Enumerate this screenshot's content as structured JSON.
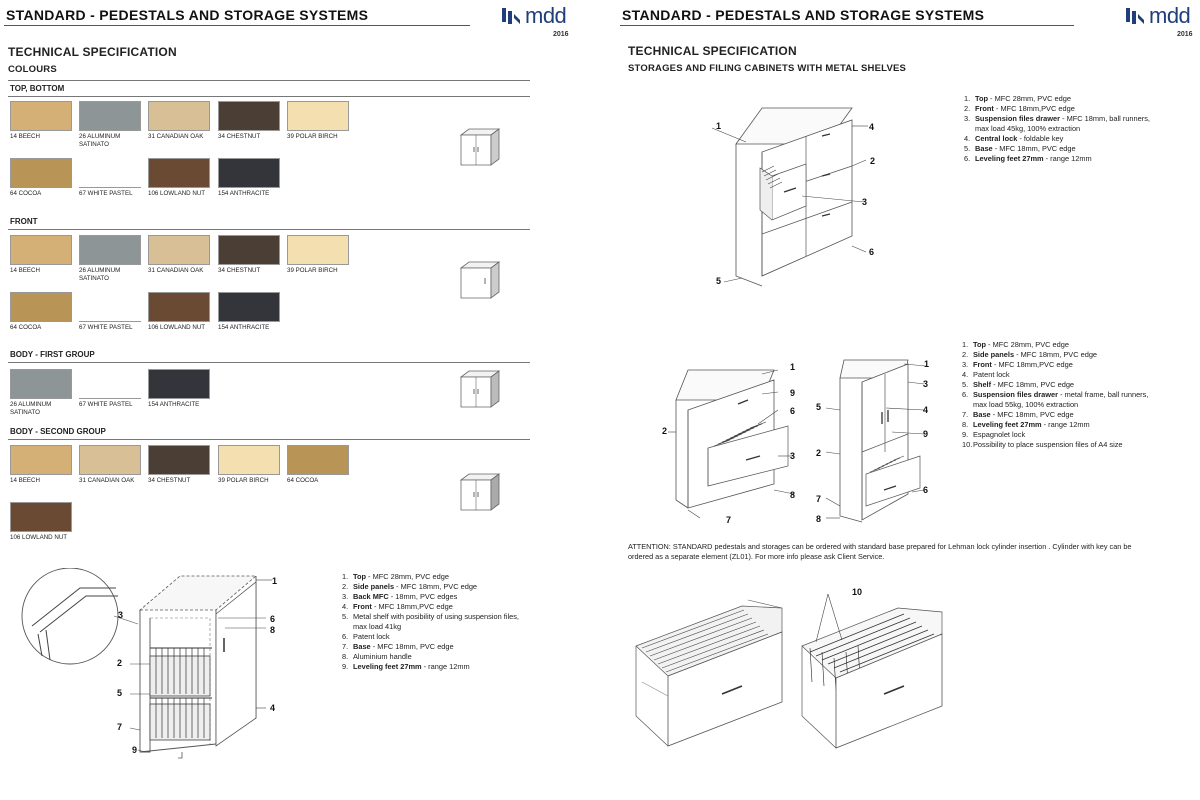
{
  "header": {
    "title": "STANDARD - PEDESTALS AND STORAGE SYSTEMS",
    "logo": "mdd",
    "year": "2016",
    "brand_color": "#1f3f7a"
  },
  "left": {
    "tech_title": "TECHNICAL SPECIFICATION",
    "subtitle": "COLOURS",
    "groups": [
      {
        "title": "TOP, BOTTOM",
        "rows": [
          [
            {
              "label": "14 BEECH",
              "color": "#d4b076"
            },
            {
              "label": "26 ALUMINUM SATINATO",
              "color": "#8d9597"
            },
            {
              "label": "31 CANADIAN OAK",
              "color": "#d9bf96"
            },
            {
              "label": "34 CHESTNUT",
              "color": "#4b3f35"
            },
            {
              "label": "39 POLAR BIRCH",
              "color": "#f4dfb0"
            }
          ],
          [
            {
              "label": "64 COCOA",
              "color": "#b99457"
            },
            {
              "label": "67 WHITE PASTEL",
              "color": "#ffffff"
            },
            {
              "label": "106 LOWLAND NUT",
              "color": "#6b4a33"
            },
            {
              "label": "154 ANTHRACITE",
              "color": "#33353a"
            }
          ]
        ]
      },
      {
        "title": "FRONT",
        "rows": [
          [
            {
              "label": "14 BEECH",
              "color": "#d4b076"
            },
            {
              "label": "26 ALUMINUM SATINATO",
              "color": "#8d9597"
            },
            {
              "label": "31 CANADIAN OAK",
              "color": "#d9bf96"
            },
            {
              "label": "34 CHESTNUT",
              "color": "#4b3f35"
            },
            {
              "label": "39 POLAR BIRCH",
              "color": "#f4dfb0"
            }
          ],
          [
            {
              "label": "64 COCOA",
              "color": "#b99457"
            },
            {
              "label": "67 WHITE PASTEL",
              "color": "#ffffff"
            },
            {
              "label": "106 LOWLAND NUT",
              "color": "#6b4a33"
            },
            {
              "label": "154 ANTHRACITE",
              "color": "#33353a"
            }
          ]
        ]
      },
      {
        "title": "BODY - FIRST GROUP",
        "rows": [
          [
            {
              "label": "26 ALUMINUM SATINATO",
              "color": "#8d9597"
            },
            {
              "label": "67 WHITE PASTEL",
              "color": "#ffffff"
            },
            {
              "label": "154 ANTHRACITE",
              "color": "#33353a"
            }
          ]
        ]
      },
      {
        "title": "BODY - SECOND GROUP",
        "rows": [
          [
            {
              "label": "14 BEECH",
              "color": "#d4b076"
            },
            {
              "label": "31 CANADIAN OAK",
              "color": "#d9bf96"
            },
            {
              "label": "34 CHESTNUT",
              "color": "#4b3f35"
            },
            {
              "label": "39 POLAR BIRCH",
              "color": "#f4dfb0"
            },
            {
              "label": "64 COCOA",
              "color": "#b99457"
            }
          ],
          [
            {
              "label": "106 LOWLAND NUT",
              "color": "#6b4a33"
            }
          ]
        ]
      }
    ],
    "spec": [
      {
        "b": "Top",
        "t": " - MFC 28mm, PVC edge"
      },
      {
        "b": "Side panels",
        "t": " - MFC 18mm, PVC edge"
      },
      {
        "b": "Back MFC",
        "t": " - 18mm, PVC edges"
      },
      {
        "b": "Front",
        "t": " - MFC 18mm,PVC edge"
      },
      {
        "b": "",
        "t": "Metal shelf with posibility of using suspension files, max load 41kg"
      },
      {
        "b": "",
        "t": "Patent lock"
      },
      {
        "b": "Base",
        "t": " - MFC 18mm, PVC edge"
      },
      {
        "b": "",
        "t": "Aluminium handle"
      },
      {
        "b": "Leveling feet 27mm",
        "t": " - range 12mm"
      }
    ],
    "callouts": [
      "1",
      "2",
      "3",
      "4",
      "5",
      "6",
      "7",
      "8",
      "9"
    ]
  },
  "right": {
    "tech_title": "TECHNICAL SPECIFICATION",
    "subtitle": "STORAGES AND FILING CABINETS WITH METAL SHELVES",
    "spec1": [
      {
        "b": "Top",
        "t": " - MFC 28mm, PVC edge"
      },
      {
        "b": "Front",
        "t": " - MFC 18mm,PVC edge"
      },
      {
        "b": "Suspension files drawer",
        "t": " - MFC 18mm, ball runners, max load 45kg, 100% extraction"
      },
      {
        "b": "Central lock",
        "t": " - foldable key"
      },
      {
        "b": "Base",
        "t": " - MFC 18mm, PVC edge"
      },
      {
        "b": "Leveling feet 27mm",
        "t": " - range 12mm"
      }
    ],
    "spec2": [
      {
        "b": "Top",
        "t": " - MFC 28mm, PVC edge"
      },
      {
        "b": "Side panels",
        "t": " - MFC 18mm, PVC edge"
      },
      {
        "b": "Front",
        "t": " - MFC 18mm,PVC edge"
      },
      {
        "b": "",
        "t": "Patent lock"
      },
      {
        "b": "Shelf",
        "t": " - MFC 18mm, PVC edge"
      },
      {
        "b": "Suspension files drawer",
        "t": " - metal frame, ball runners, max load 55kg, 100% extraction"
      },
      {
        "b": "Base",
        "t": " - MFC 18mm, PVC edge"
      },
      {
        "b": "Leveling feet 27mm",
        "t": " - range 12mm"
      },
      {
        "b": "",
        "t": "Espagnolet lock"
      },
      {
        "b": "",
        "t": "Possibility to place suspension files of A4 size"
      }
    ],
    "attention": "ATTENTION: STANDARD pedestals and storages can be ordered with standard base prepared for Lehman lock cylinder insertion . Cylinder with key can be ordered as a separate element (ZL01). For more info please ask Client Service.",
    "callouts_a": [
      "1",
      "2",
      "3",
      "4",
      "5",
      "6"
    ],
    "callouts_b": [
      "1",
      "9",
      "6",
      "2",
      "3",
      "8",
      "7"
    ],
    "callouts_c": [
      "1",
      "3",
      "5",
      "4",
      "9",
      "2",
      "6",
      "7",
      "8"
    ],
    "callout_d": "10"
  }
}
